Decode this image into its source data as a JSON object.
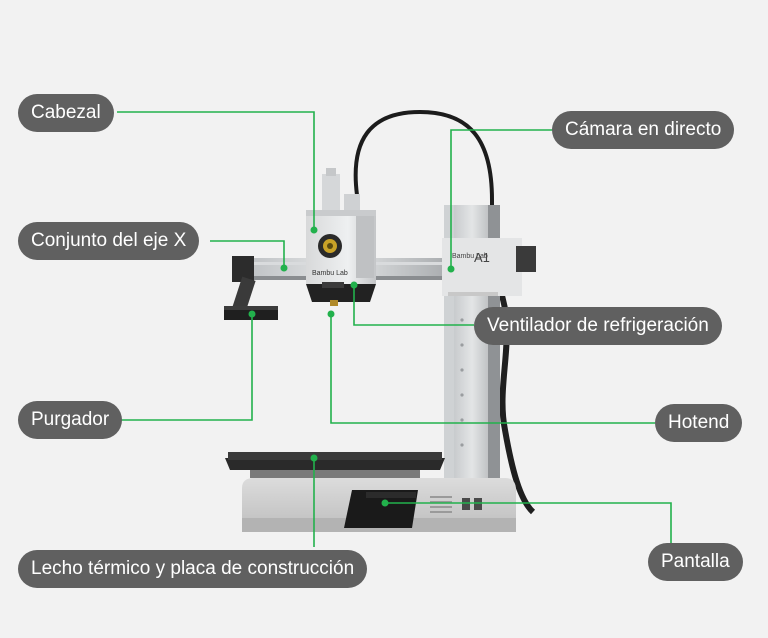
{
  "labels": {
    "cabezal": "Cabezal",
    "conjunto_eje_x": "Conjunto del eje X",
    "purgador": "Purgador",
    "lecho": "Lecho térmico y placa de construcción",
    "camara": "Cámara en directo",
    "ventilador": "Ventilador de refrigeración",
    "hotend": "Hotend",
    "pantalla": "Pantalla"
  },
  "printer": {
    "brand_text": "Bambu Lab",
    "model_text": "A1"
  },
  "colors": {
    "accent": "#22b14c",
    "label_bg": "#606060",
    "label_text": "#ffffff",
    "background": "#f2f2f2"
  }
}
